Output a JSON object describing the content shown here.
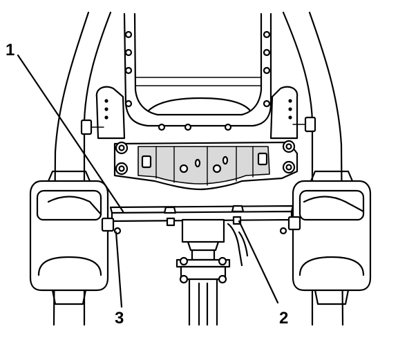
{
  "callouts": [
    {
      "id": "1",
      "label": "1"
    },
    {
      "id": "2",
      "label": "2"
    },
    {
      "id": "3",
      "label": "3"
    }
  ],
  "colors": {
    "line": "#000000",
    "fill": "#ffffff",
    "shade": "#d9d9d9"
  }
}
